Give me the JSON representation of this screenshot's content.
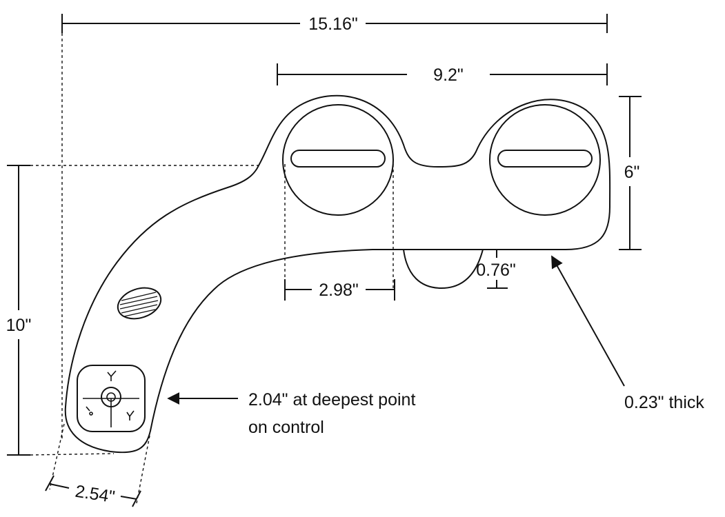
{
  "dimensions": {
    "overall_width": "15.16\"",
    "top_width": "9.2\"",
    "height_right": "6\"",
    "height_left": "10\"",
    "knob_width": "2.98\"",
    "nozzle_depth": "0.76\"",
    "arm_width": "2.54\""
  },
  "notes": {
    "control_depth_line1": "2.04\" at deepest point",
    "control_depth_line2": "on control",
    "thickness": "0.23\" thick"
  },
  "icons": [
    "knob-slot-icon",
    "adjust-knob-icon",
    "control-button-icon",
    "arrow-icon"
  ]
}
